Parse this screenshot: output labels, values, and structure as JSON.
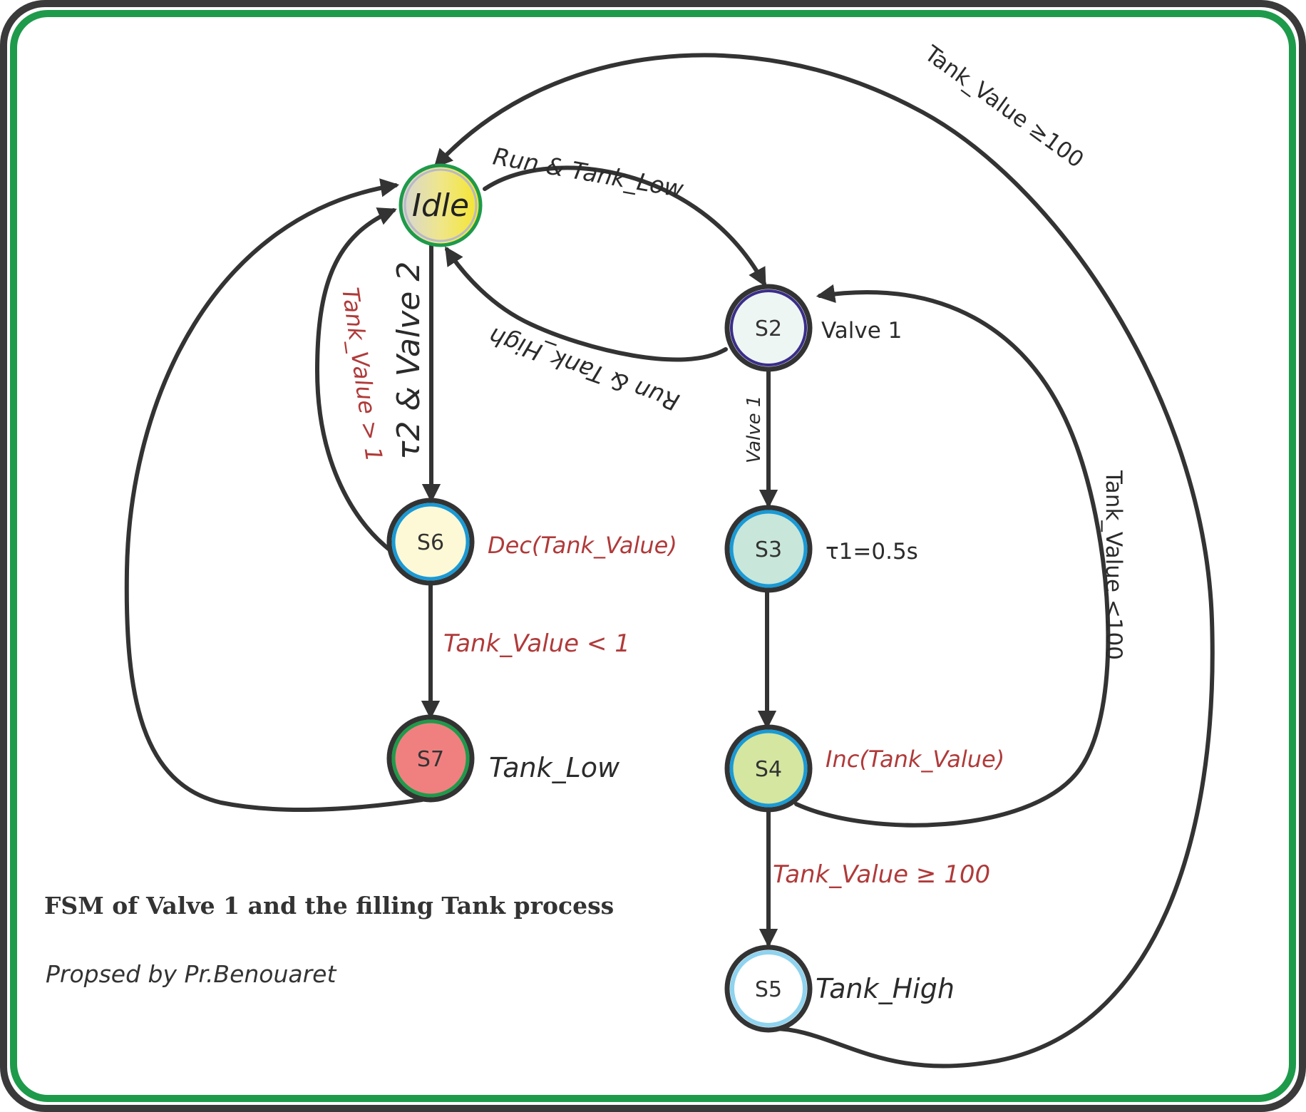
{
  "diagram": {
    "title": "FSM of Valve 1  and the  filling Tank process",
    "credit": "Propsed by Pr.Benouaret",
    "colors": {
      "outer_border": "#3a3a3a",
      "inner_border": "#1e9a4b",
      "edge": "#333333",
      "label_dark": "#2b2b2b",
      "label_red": "#b03a3a"
    },
    "nodes": [
      {
        "id": "idle",
        "label": "Idle",
        "fill": "#f5e52a",
        "ring": "#1e9a4b"
      },
      {
        "id": "s2",
        "label": "S2",
        "fill": "#eef6f4",
        "ring": "#3b2d8a",
        "annotation": "Valve 1"
      },
      {
        "id": "s3",
        "label": "S3",
        "fill": "#c8e6da",
        "ring": "#1a9ad6",
        "annotation": "τ1=0.5s"
      },
      {
        "id": "s4",
        "label": "S4",
        "fill": "#d4e6a0",
        "ring": "#1a9ad6",
        "annotation": "Inc(Tank_Value)"
      },
      {
        "id": "s5",
        "label": "S5",
        "fill": "#ffffff",
        "ring": "#8fd3ef",
        "annotation": "Tank_High"
      },
      {
        "id": "s6",
        "label": "S6",
        "fill": "#fdf9d6",
        "ring": "#1a9ad6",
        "annotation": "Dec(Tank_Value)"
      },
      {
        "id": "s7",
        "label": "S7",
        "fill": "#f08080",
        "ring": "#1e9a4b",
        "annotation": "Tank_Low"
      }
    ],
    "edges": [
      {
        "from": "idle",
        "to": "s2",
        "label": "Run & Tank_Low"
      },
      {
        "from": "s2",
        "to": "idle",
        "label": "Run & Tank_High"
      },
      {
        "from": "s2",
        "to": "s3",
        "label": "Valve 1"
      },
      {
        "from": "s3",
        "to": "s4",
        "label": ""
      },
      {
        "from": "s4",
        "to": "s5",
        "label": "Tank_Value ≥ 100"
      },
      {
        "from": "s4",
        "to": "s2",
        "label": "Tank_Value <100"
      },
      {
        "from": "s5",
        "to": "idle",
        "label": "Tank_Value ≥100"
      },
      {
        "from": "idle",
        "to": "s6",
        "label": "τ2 & Valve 2"
      },
      {
        "from": "s6",
        "to": "idle",
        "label": "Tank_Value > 1"
      },
      {
        "from": "s6",
        "to": "s7",
        "label": "Tank_Value < 1"
      },
      {
        "from": "s7",
        "to": "idle",
        "label": ""
      }
    ]
  }
}
